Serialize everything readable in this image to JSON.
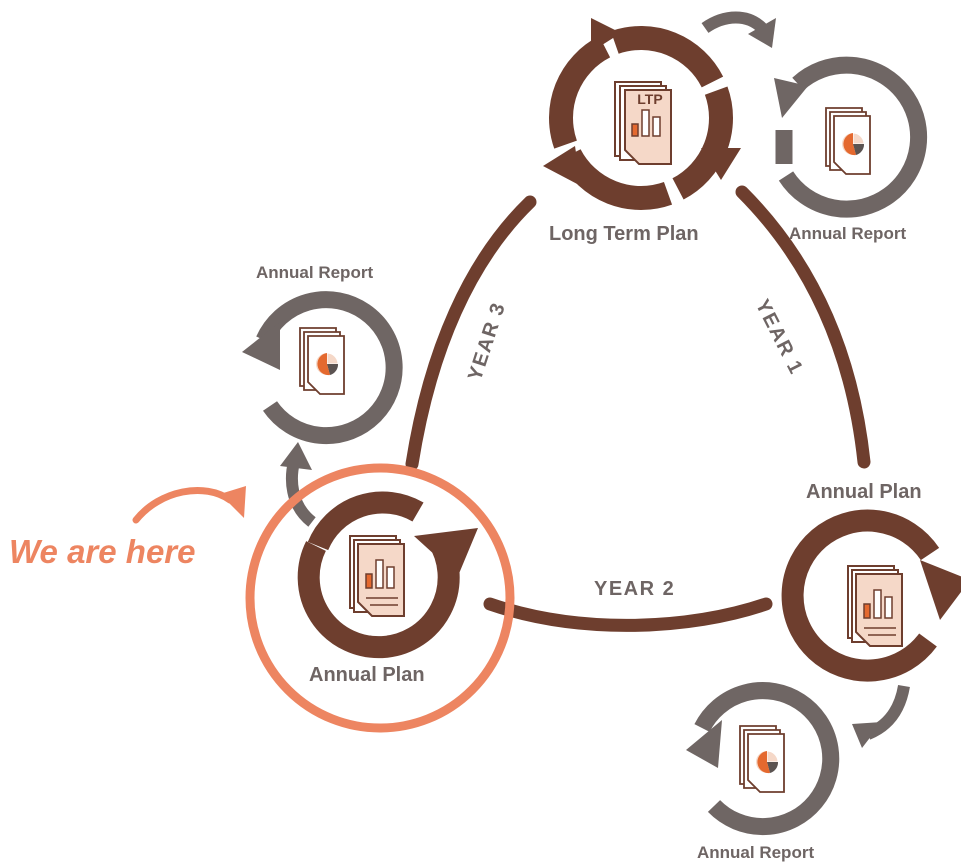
{
  "labels": {
    "long_term_plan": "Long Term Plan",
    "annual_report_top_right": "Annual Report",
    "annual_report_left": "Annual Report",
    "annual_plan_right": "Annual Plan",
    "annual_plan_left": "Annual Plan",
    "annual_report_bottom": "Annual Report",
    "year_1": "YEAR 1",
    "year_2": "YEAR 2",
    "year_3": "YEAR 3",
    "we_are_here": "We are here",
    "ltp_doc_label": "LTP"
  },
  "colors": {
    "plan_ring": "#6e3e2e",
    "report_ring": "#6f6664",
    "highlight": "#ed8561",
    "doc_fill": "#f5d8c8",
    "doc_stroke": "#6e3e2e",
    "label_text": "#6e6564"
  },
  "icons": [
    "document-chart-icon",
    "document-pie-icon",
    "cycle-arrow-icon",
    "curved-arrow-icon"
  ]
}
